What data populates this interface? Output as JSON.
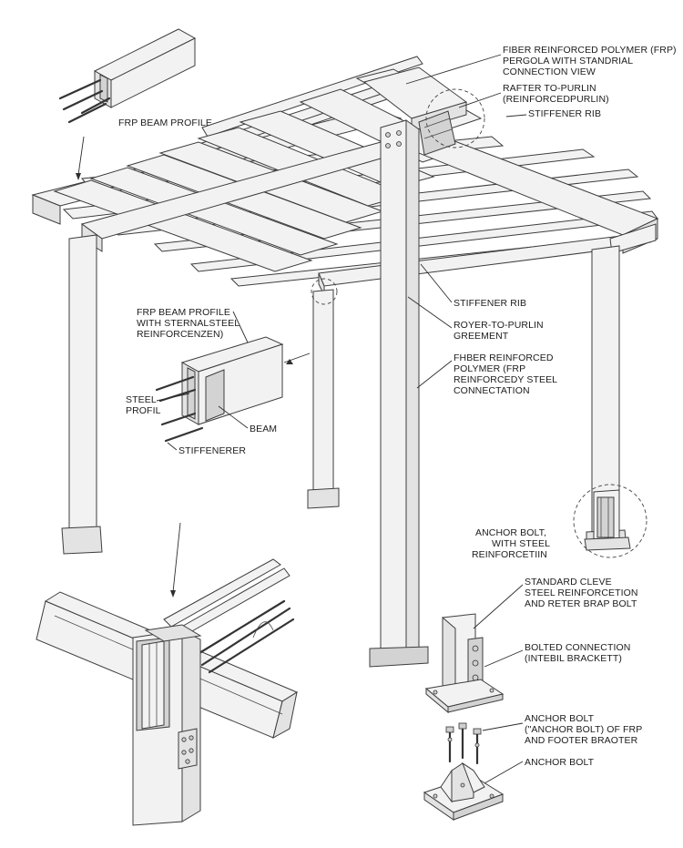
{
  "labels": {
    "top_title": [
      "FIBER REINFORCED POLYMER (FRP)",
      "PERGOLA WITH STANDRIAL",
      "CONNECTION VIEW"
    ],
    "rafter_purlin": [
      "RAFTER TO-PURLIN",
      "(REINFORCEDPURLIN)"
    ],
    "stiffener_top": [
      "STIFFENER RIB"
    ],
    "frp_beam_profile_top": [
      "FRP BEAM PROFILE"
    ],
    "frp_beam_profile_mid": [
      "FRP BEAM PROFILE",
      "WITH STERNALSTEEL",
      "REINFORCENZEN)"
    ],
    "steel_profil": [
      "STEEL",
      "PROFIL"
    ],
    "beam": [
      "BEAM"
    ],
    "stiffenerer": [
      "STIFFENERER"
    ],
    "stiffener_mid": [
      "STIFFENER RIB"
    ],
    "royer_purlin": [
      "ROYER-TO-PURLIN",
      "GREEMENT"
    ],
    "fhber": [
      "FHBER REINFORCED",
      "POLYMER (FRP",
      "REINFORCEDY STEEL",
      "CONNECTATION"
    ],
    "anchor_bolt_steel": [
      "ANCHOR BOLT,",
      "WITH STEEL",
      "REINFORCETIIN"
    ],
    "standard_cleve": [
      "STANDARD CLEVE",
      "STEEL REINFORCETION",
      "AND RETER BRAP BOLT"
    ],
    "bolted_connection": [
      "BOLTED CONNECTION",
      "(INTEBIL BRACKETT)"
    ],
    "anchor_bolt_footer": [
      "ANCHOR BOLT",
      "(\"ANCHOR BOLT) OF FRP",
      "AND FOOTER BRAOTER"
    ],
    "anchor_bolt_bottom": [
      "ANCHOR BOLT"
    ]
  },
  "icons": {
    "frp_beam_detail": "frp-beam-profile-icon",
    "pergola": "pergola-structure-icon",
    "beam_reinforcement": "steel-reinforced-beam-icon",
    "joint_detail": "beam-column-joint-icon",
    "post_bracket": "post-bracket-icon",
    "anchor_base": "anchor-base-plate-icon"
  }
}
